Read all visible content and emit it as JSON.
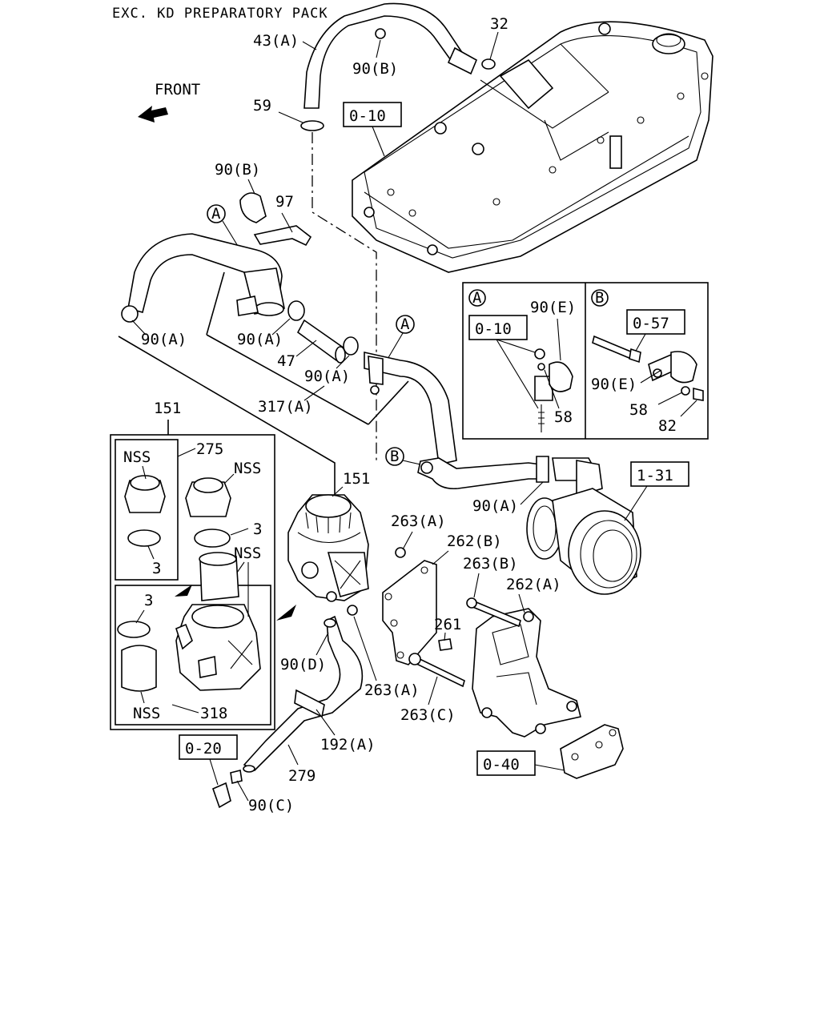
{
  "header": {
    "note": "EXC. KD PREPARATORY PACK"
  },
  "front_label": "FRONT",
  "ref_boxes": {
    "engine_cover": "0-10",
    "throttle_body": "1-31",
    "pipe_ref": "0-20",
    "bracket_ref": "0-40",
    "detail_a_ref": "0-10",
    "detail_b_ref": "0-57"
  },
  "callouts": {
    "circle_a": "A",
    "circle_b": "B"
  },
  "labels": {
    "p43a": "43(A)",
    "p90b_top": "90(B)",
    "p32": "32",
    "p59": "59",
    "p90b_mid": "90(B)",
    "p97": "97",
    "p90a_left": "90(A)",
    "p90a_mid": "90(A)",
    "p47": "47",
    "p90a_c": "90(A)",
    "p317a": "317(A)",
    "p151_left": "151",
    "p151_mid": "151",
    "p275": "275",
    "nss1": "NSS",
    "nss2": "NSS",
    "p3a": "3",
    "p3b": "3",
    "nss3": "NSS",
    "p3c": "3",
    "nss4": "NSS",
    "p318": "318",
    "p90a_lower": "90(A)",
    "p263a_top": "263(A)",
    "p262b": "262(B)",
    "p263b": "263(B)",
    "p262a": "262(A)",
    "p261": "261",
    "p90d": "90(D)",
    "p263a_low": "263(A)",
    "p263c": "263(C)",
    "p192a": "192(A)",
    "p279": "279",
    "p90c": "90(C)",
    "det_a_90e": "90(E)",
    "det_a_58": "58",
    "det_b_90e": "90(E)",
    "det_b_58": "58",
    "det_b_82": "82"
  }
}
